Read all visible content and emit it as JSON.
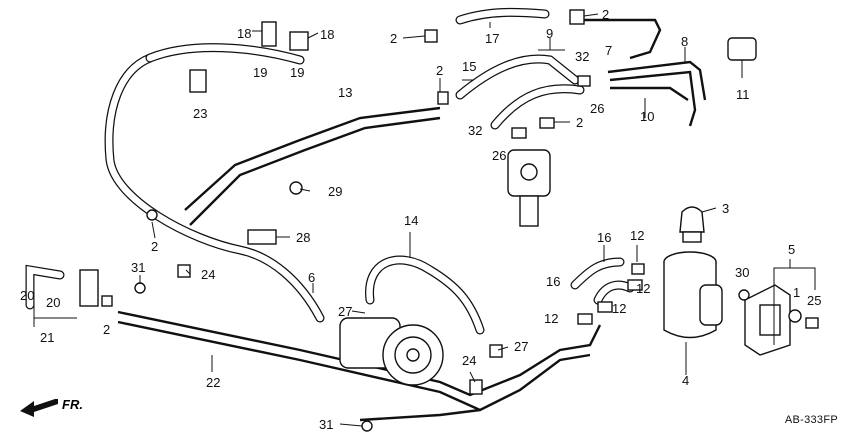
{
  "callouts": [
    {
      "id": "c18a",
      "text": "18"
    },
    {
      "id": "c18b",
      "text": "18"
    },
    {
      "id": "c19a",
      "text": "19"
    },
    {
      "id": "c19b",
      "text": "19"
    },
    {
      "id": "c23",
      "text": "23"
    },
    {
      "id": "c13",
      "text": "13"
    },
    {
      "id": "c2a",
      "text": "2"
    },
    {
      "id": "c2b",
      "text": "2"
    },
    {
      "id": "c17",
      "text": "17"
    },
    {
      "id": "c2c",
      "text": "2"
    },
    {
      "id": "c7",
      "text": "7"
    },
    {
      "id": "c9",
      "text": "9"
    },
    {
      "id": "c8",
      "text": "8"
    },
    {
      "id": "c11",
      "text": "11"
    },
    {
      "id": "c15",
      "text": "15"
    },
    {
      "id": "c32a",
      "text": "32"
    },
    {
      "id": "c26a",
      "text": "26"
    },
    {
      "id": "c10",
      "text": "10"
    },
    {
      "id": "c32b",
      "text": "32"
    },
    {
      "id": "c2d",
      "text": "2"
    },
    {
      "id": "c26b",
      "text": "26"
    },
    {
      "id": "c29",
      "text": "29"
    },
    {
      "id": "c3",
      "text": "3"
    },
    {
      "id": "c2e",
      "text": "2"
    },
    {
      "id": "c28",
      "text": "28"
    },
    {
      "id": "c14",
      "text": "14"
    },
    {
      "id": "c16a",
      "text": "16"
    },
    {
      "id": "c12a",
      "text": "12"
    },
    {
      "id": "c5",
      "text": "5"
    },
    {
      "id": "c31a",
      "text": "31"
    },
    {
      "id": "c24a",
      "text": "24"
    },
    {
      "id": "c6",
      "text": "6"
    },
    {
      "id": "c16b",
      "text": "16"
    },
    {
      "id": "c12b",
      "text": "12"
    },
    {
      "id": "c30",
      "text": "30"
    },
    {
      "id": "c20a",
      "text": "20"
    },
    {
      "id": "c20b",
      "text": "20"
    },
    {
      "id": "c1",
      "text": "1"
    },
    {
      "id": "c25",
      "text": "25"
    },
    {
      "id": "c2f",
      "text": "2"
    },
    {
      "id": "c27a",
      "text": "27"
    },
    {
      "id": "c12c",
      "text": "12"
    },
    {
      "id": "c12d",
      "text": "12"
    },
    {
      "id": "c21",
      "text": "21"
    },
    {
      "id": "c27b",
      "text": "27"
    },
    {
      "id": "c24b",
      "text": "24"
    },
    {
      "id": "c22",
      "text": "22"
    },
    {
      "id": "c4",
      "text": "4"
    },
    {
      "id": "c31b",
      "text": "31"
    }
  ],
  "diagram_code": "AB-333FP",
  "direction_label": "FR."
}
